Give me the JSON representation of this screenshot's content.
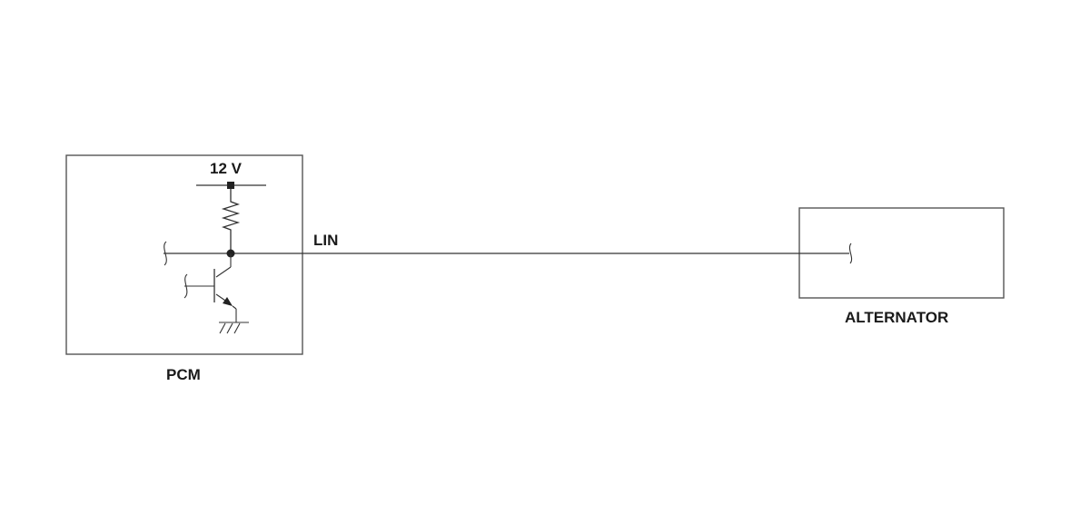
{
  "labels": {
    "voltage": "12 V",
    "signal": "LIN",
    "module_left": "PCM",
    "module_right": "ALTERNATOR"
  }
}
